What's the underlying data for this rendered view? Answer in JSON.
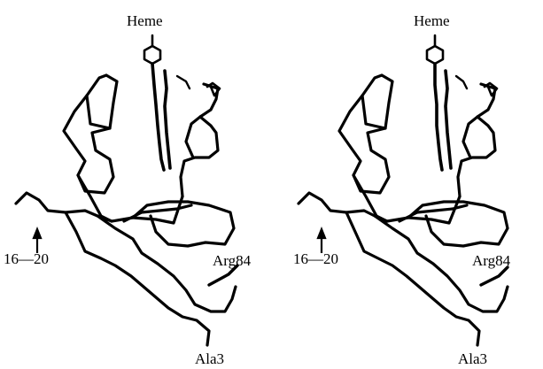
{
  "figure": {
    "panels": [
      {
        "heme_label": "Heme",
        "range_label": "16—20",
        "arg_label": "Arg84",
        "ala_label": "Ala3"
      },
      {
        "heme_label": "Heme",
        "range_label": "16—20",
        "arg_label": "Arg84",
        "ala_label": "Ala3"
      }
    ],
    "colors": {
      "trace": "#000000",
      "background": "#ffffff"
    }
  }
}
